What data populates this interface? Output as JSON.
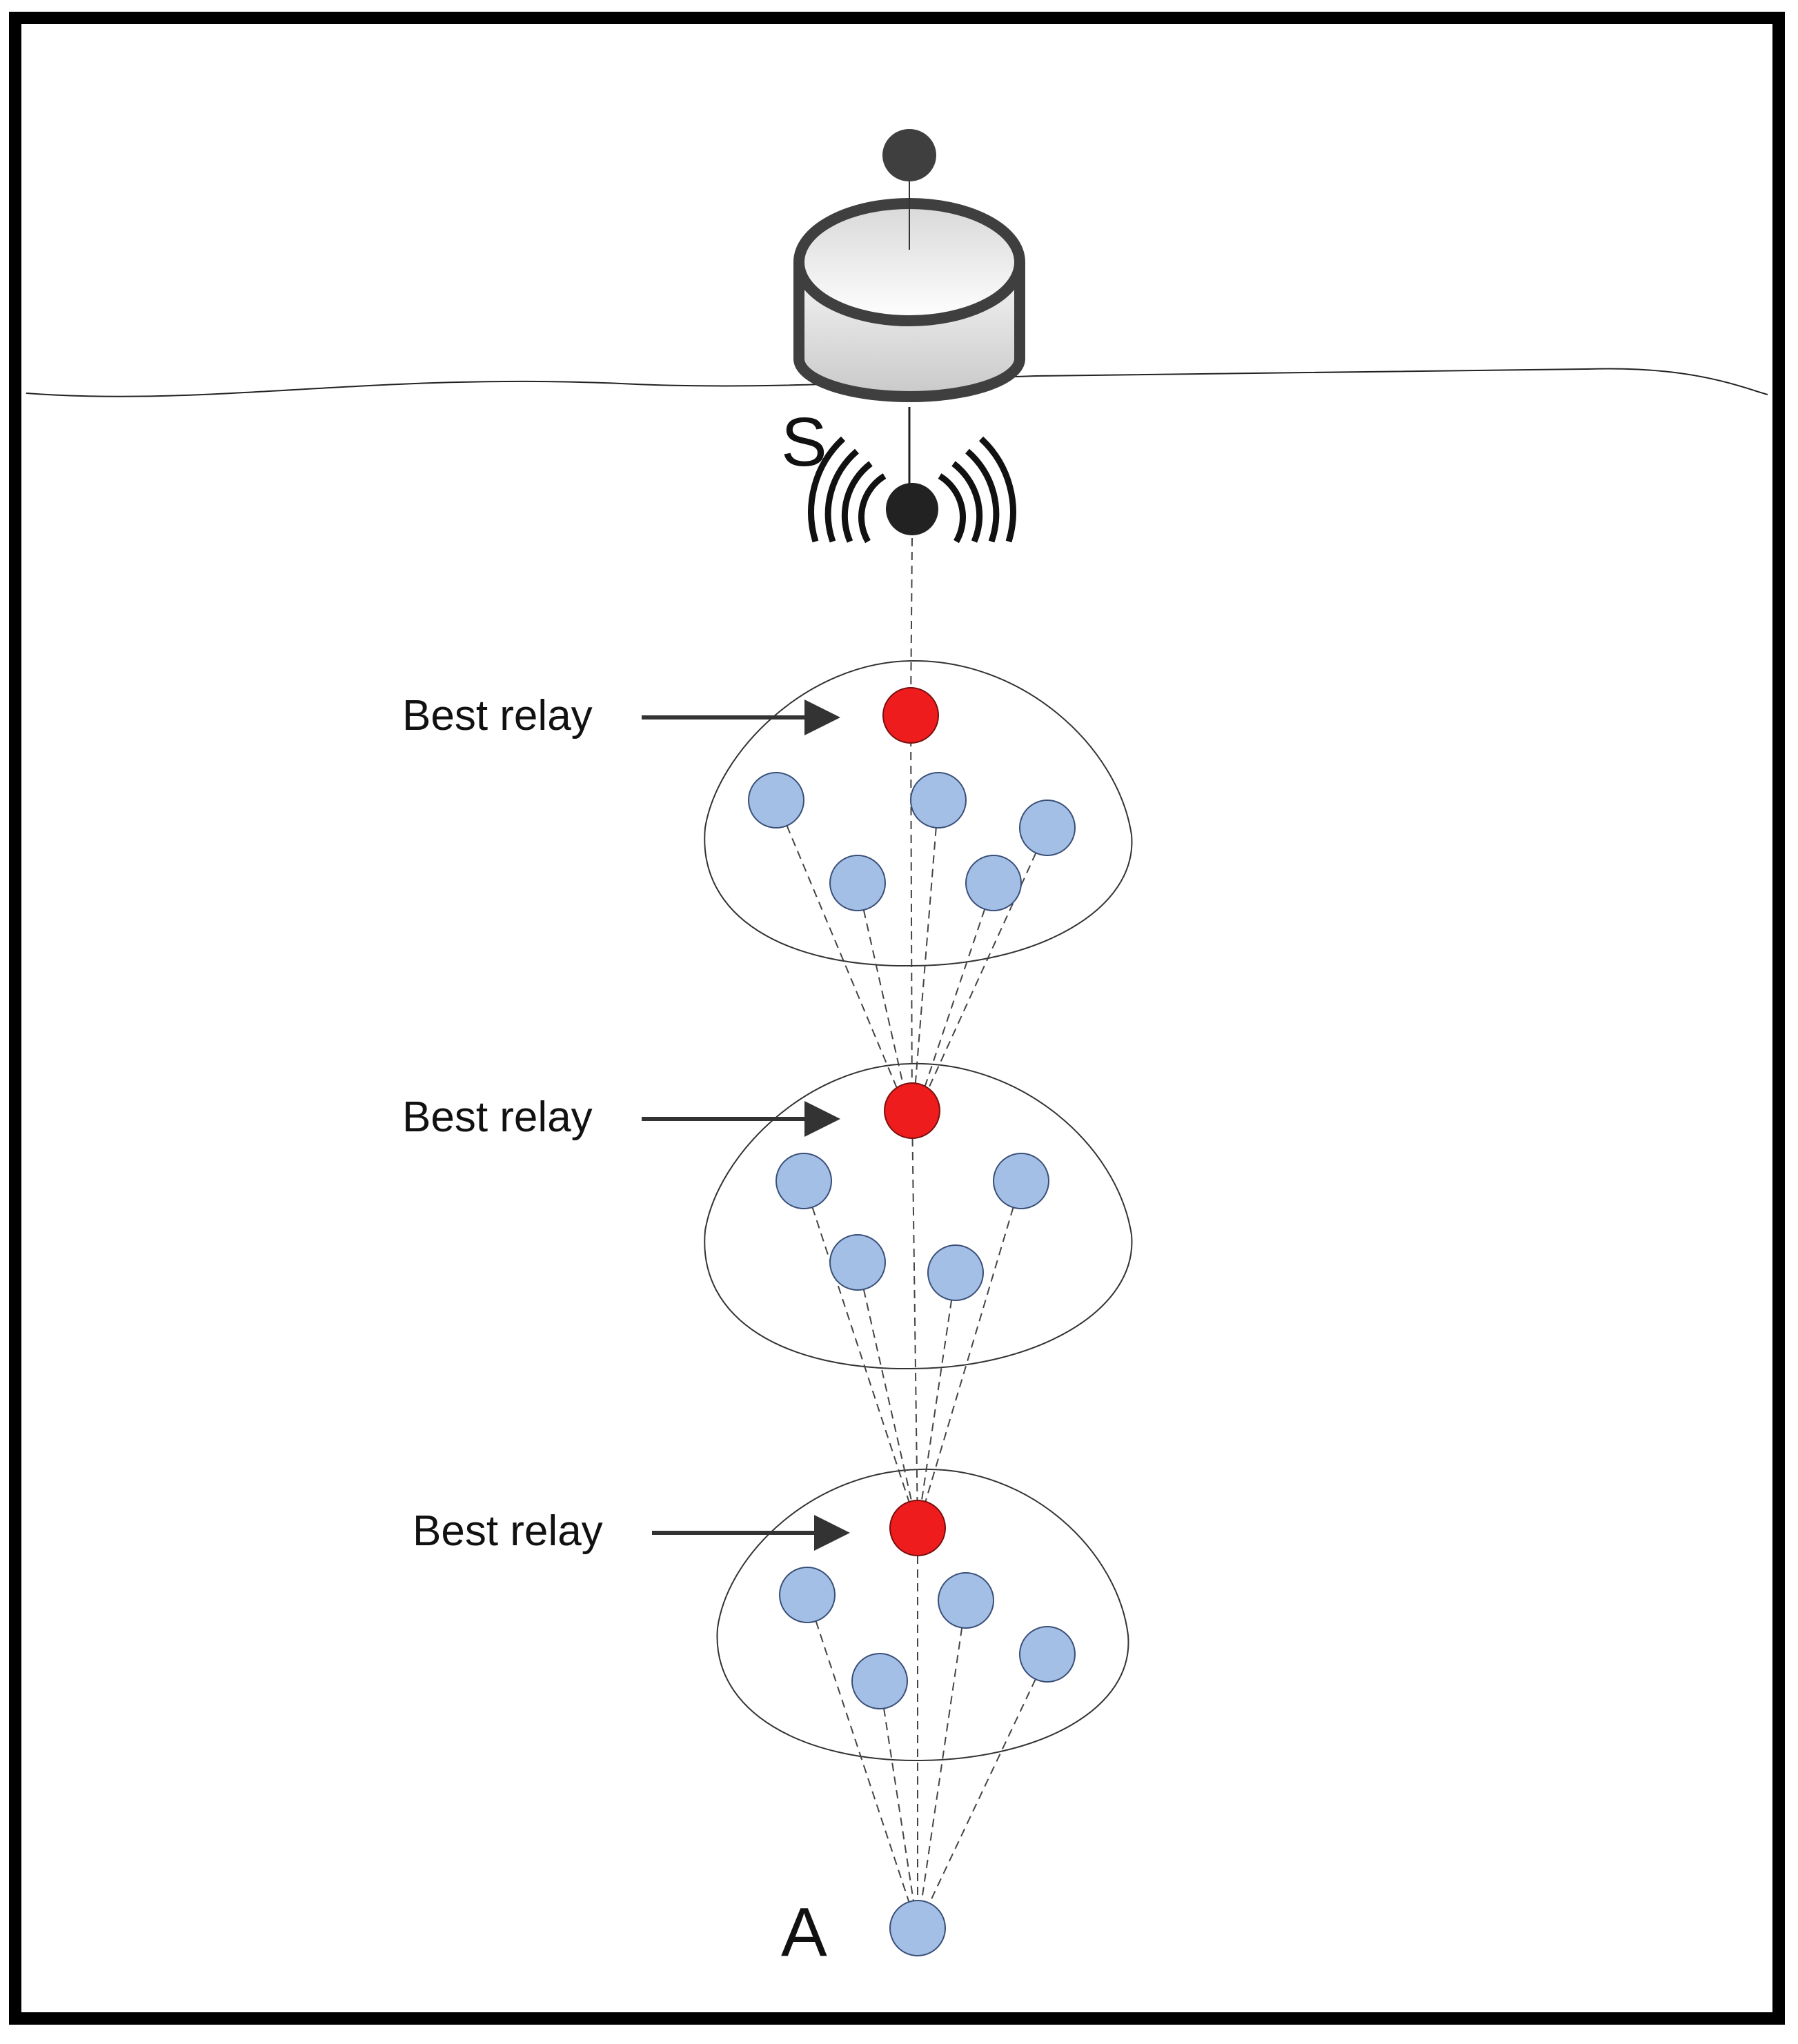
{
  "labels": {
    "sink": "S",
    "source": "A",
    "relay_1": "Best relay",
    "relay_2": "Best relay",
    "relay_3": "Best relay"
  },
  "colors": {
    "best_relay": "#ee1c1c",
    "node": "#a4bfe6",
    "node_stroke": "#3a4f78",
    "buoy_dark": "#3f3f3f",
    "frame": "#000000"
  },
  "icons": {
    "buoy": "surface-buoy-icon",
    "transducer": "acoustic-transducer-icon"
  }
}
